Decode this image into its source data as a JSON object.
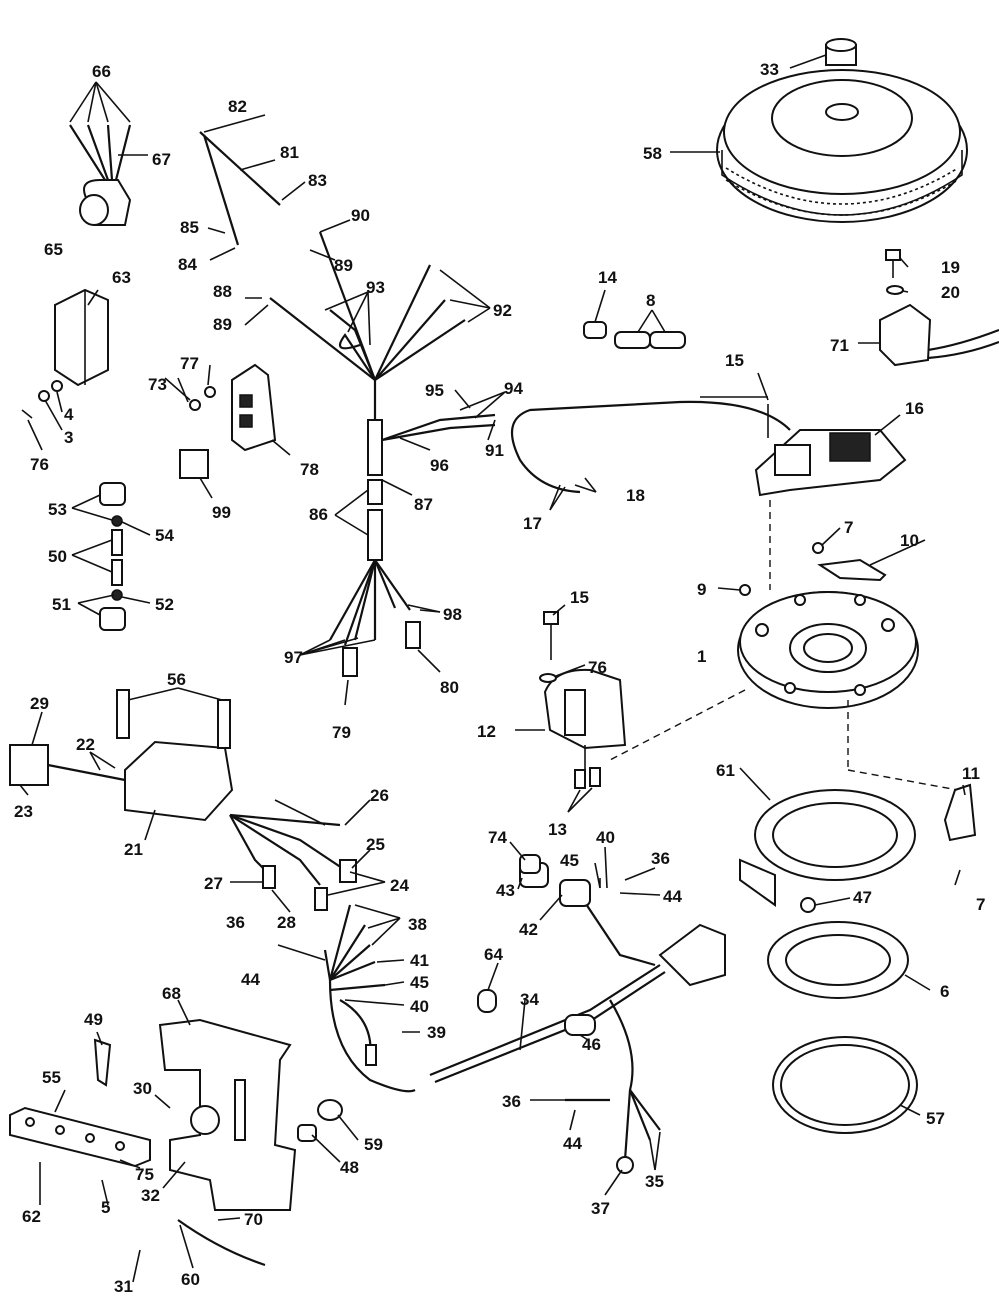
{
  "labels": {
    "l1": "1",
    "l3": "3",
    "l4": "4",
    "l5": "5",
    "l6": "6",
    "l7a": "7",
    "l7b": "7",
    "l8": "8",
    "l9": "9",
    "l10": "10",
    "l11": "11",
    "l12": "12",
    "l13": "13",
    "l14": "14",
    "l15a": "15",
    "l15b": "15",
    "l16": "16",
    "l17": "17",
    "l18": "18",
    "l19": "19",
    "l20": "20",
    "l21": "21",
    "l22": "22",
    "l23": "23",
    "l24": "24",
    "l25": "25",
    "l26": "26",
    "l27": "27",
    "l28": "28",
    "l29": "29",
    "l30": "30",
    "l31": "31",
    "l32": "32",
    "l33": "33",
    "l34": "34",
    "l35": "35",
    "l36a": "36",
    "l36b": "36",
    "l36c": "36",
    "l37": "37",
    "l38": "38",
    "l39": "39",
    "l40a": "40",
    "l40b": "40",
    "l41": "41",
    "l42": "42",
    "l43": "43",
    "l44a": "44",
    "l44b": "44",
    "l44c": "44",
    "l45a": "45",
    "l45b": "45",
    "l46": "46",
    "l47": "47",
    "l48": "48",
    "l49": "49",
    "l50": "50",
    "l51": "51",
    "l52": "52",
    "l53": "53",
    "l54": "54",
    "l55": "55",
    "l56": "56",
    "l57": "57",
    "l58": "58",
    "l59": "59",
    "l60": "60",
    "l61": "61",
    "l62": "62",
    "l63": "63",
    "l64": "64",
    "l65": "65",
    "l66": "66",
    "l67": "67",
    "l68": "68",
    "l70": "70",
    "l71": "71",
    "l73": "73",
    "l74": "74",
    "l76a": "76",
    "l76b": "76",
    "l75": "75",
    "l77": "77",
    "l78": "78",
    "l79": "79",
    "l80": "80",
    "l81": "81",
    "l82": "82",
    "l83": "83",
    "l84": "84",
    "l85": "85",
    "l86": "86",
    "l87": "87",
    "l88": "88",
    "l89a": "89",
    "l89b": "89",
    "l90": "90",
    "l91": "91",
    "l92": "92",
    "l93": "93",
    "l94": "94",
    "l95": "95",
    "l96": "96",
    "l97": "97",
    "l98": "98",
    "l99": "99"
  }
}
